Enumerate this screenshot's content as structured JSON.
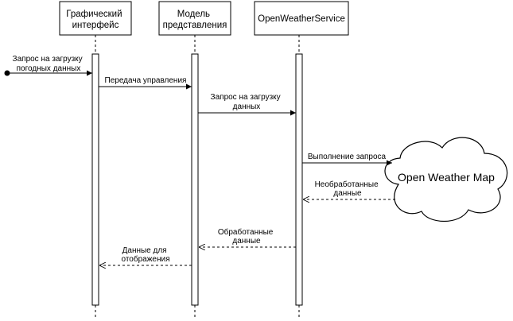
{
  "participants": {
    "gui": [
      "Графический",
      "интерфейс"
    ],
    "model": [
      "Модель",
      "представления"
    ],
    "service": [
      "OpenWeatherService"
    ]
  },
  "external": {
    "cloud_label": "Open Weather Map"
  },
  "messages": {
    "m1": [
      "Запрос на загрузку",
      "погодных данных"
    ],
    "m2": [
      "Передача управления"
    ],
    "m3": [
      "Запрос на загрузку",
      "данных"
    ],
    "m4": [
      "Выполнение запроса"
    ],
    "m5": [
      "Необработанные",
      "данные"
    ],
    "m6": [
      "Обработанные",
      "данные"
    ],
    "m7": [
      "Данные для",
      "отображения"
    ]
  },
  "colors": {
    "line": "#000000",
    "background": "#ffffff"
  }
}
